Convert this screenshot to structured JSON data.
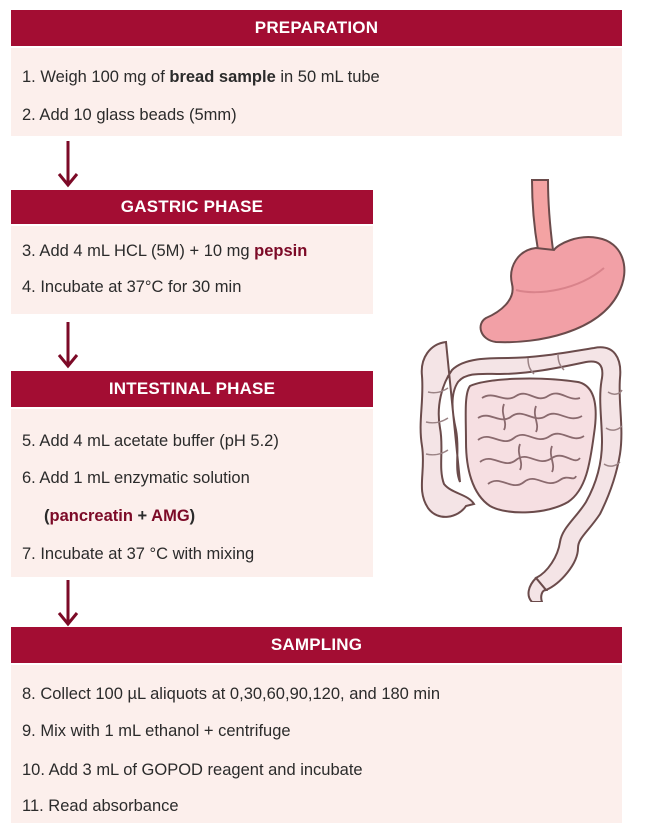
{
  "sections": {
    "preparation": {
      "title": "PREPARATION",
      "steps": [
        {
          "pre": "1. Weigh 100 mg  of ",
          "bold": "bread sample",
          "post": " in 50 mL tube"
        },
        {
          "text": "2. Add 10 glass beads (5mm)"
        }
      ]
    },
    "gastric": {
      "title": "GASTRIC PHASE",
      "steps": [
        {
          "pre": "3. Add 4 mL HCL (5M)  +  10 mg ",
          "bold": "pepsin"
        },
        {
          "text": "4. Incubate at 37°C for 30 min"
        }
      ]
    },
    "intestinal": {
      "title": "INTESTINAL PHASE",
      "steps": [
        {
          "text": "5. Add 4 mL acetate buffer (pH 5.2)"
        },
        {
          "text": "6. Add 1 mL enzymatic solution"
        },
        {
          "open": "(",
          "bold1": "pancreatin",
          "mid": " + ",
          "bold2": "AMG",
          "close": ")"
        },
        {
          "text": "7. Incubate at 37 °C with mixing"
        }
      ]
    },
    "sampling": {
      "title": "SAMPLING",
      "steps": [
        {
          "text": "8. Collect 100 µL aliquots at 0,30,60,90,120, and 180 min"
        },
        {
          "text": "9. Mix with 1 mL ethanol + centrifuge"
        },
        {
          "text": "10. Add 3 mL of GOPOD reagent and incubate"
        },
        {
          "text": "11. Read absorbance"
        }
      ]
    }
  },
  "colors": {
    "header": "#a30d33",
    "panel": "#fcefec",
    "arrow": "#7c0a27",
    "bold_text": "#7c0a27"
  },
  "icons": [
    "down-arrow-icon",
    "digestive-system-icon"
  ]
}
